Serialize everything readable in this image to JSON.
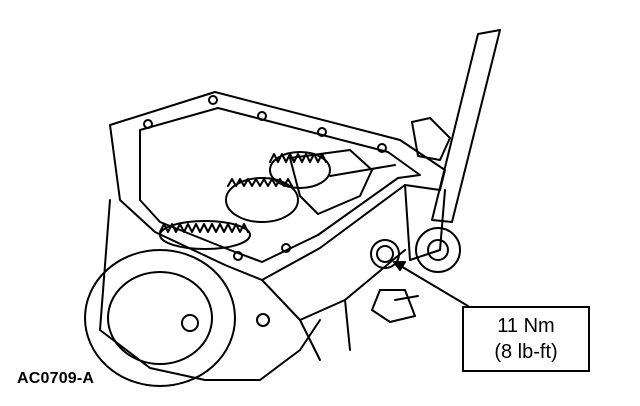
{
  "callout": {
    "torque_nm": "11 Nm",
    "torque_lbft": "(8 lb-ft)"
  },
  "figure_id": "AC0709-A",
  "colors": {
    "line": "#000000",
    "background": "#ffffff"
  },
  "illustration": {
    "subject": "transmission case with sensor being tightened by torque wrench",
    "icon": "torque-wrench-icon"
  }
}
